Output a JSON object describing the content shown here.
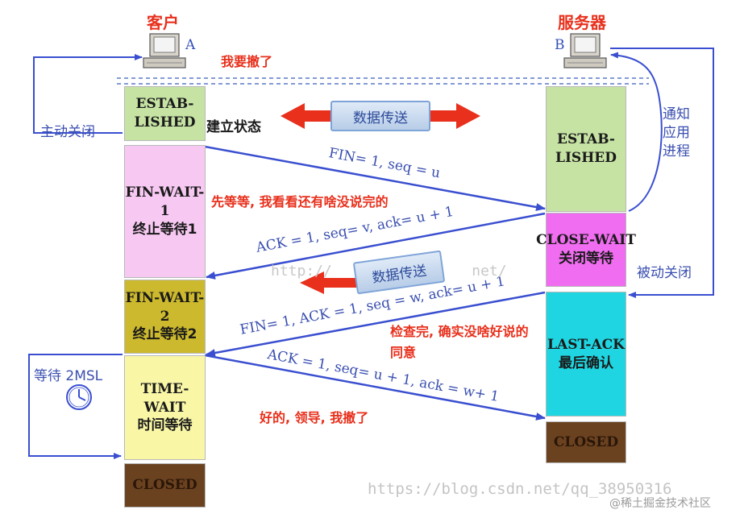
{
  "client": {
    "title": "客户",
    "id": "A"
  },
  "server": {
    "title": "服务器",
    "id": "B"
  },
  "client_states": [
    {
      "line1": "ESTAB-",
      "line2": "LISHED",
      "color": "#c6e3a4"
    },
    {
      "line1": "FIN-WAIT-1",
      "line2": "终止等待1",
      "color": "#f7c9f2"
    },
    {
      "line1": "FIN-WAIT-2",
      "line2": "终止等待2",
      "color": "#cdb92d"
    },
    {
      "line1": "TIME-WAIT",
      "line2": "时间等待",
      "color": "#f9f7a6"
    },
    {
      "line1": "CLOSED",
      "color": "#6b4220"
    }
  ],
  "server_states": [
    {
      "line1": "ESTAB-",
      "line2": "LISHED",
      "color": "#c6e3a4"
    },
    {
      "line1": "CLOSE-WAIT",
      "line2": "关闭等待",
      "color": "#f06cf0"
    },
    {
      "line1": "LAST-ACK",
      "line2": "最后确认",
      "color": "#1ed5e1"
    },
    {
      "line1": "CLOSED",
      "color": "#6b4220"
    }
  ],
  "labels": {
    "establish_state": "建立状态",
    "data_transfer": "数据传送",
    "active_close": "主动关闭",
    "passive_close": "被动关闭",
    "notify_app": [
      "通知",
      "应用",
      "进程"
    ],
    "wait_2msl": "等待 2MSL"
  },
  "messages": {
    "fin1": "FIN= 1, seq = u",
    "ack1": "ACK = 1, seq= v, ack= u + 1",
    "fin2": "FIN= 1, ACK = 1, seq = w, ack= u + 1",
    "ack2": "ACK = 1, seq= u + 1, ack = w+ 1"
  },
  "annotations": {
    "a1": "我要撤了",
    "a2": "先等等, 我看看还有啥没说完的",
    "a3": "检查完, 确实没啥好说的",
    "a4": "同意",
    "a5": "好的, 领导, 我撤了"
  },
  "watermarks": {
    "url_mid": "http://                net/",
    "url_bottom": "https://blog.csdn.net/qq_38950316",
    "brand": "@稀土掘金技术社区"
  },
  "colors": {
    "arrow_blue": "#3a4fd0",
    "arrow_red": "#e8301c"
  }
}
